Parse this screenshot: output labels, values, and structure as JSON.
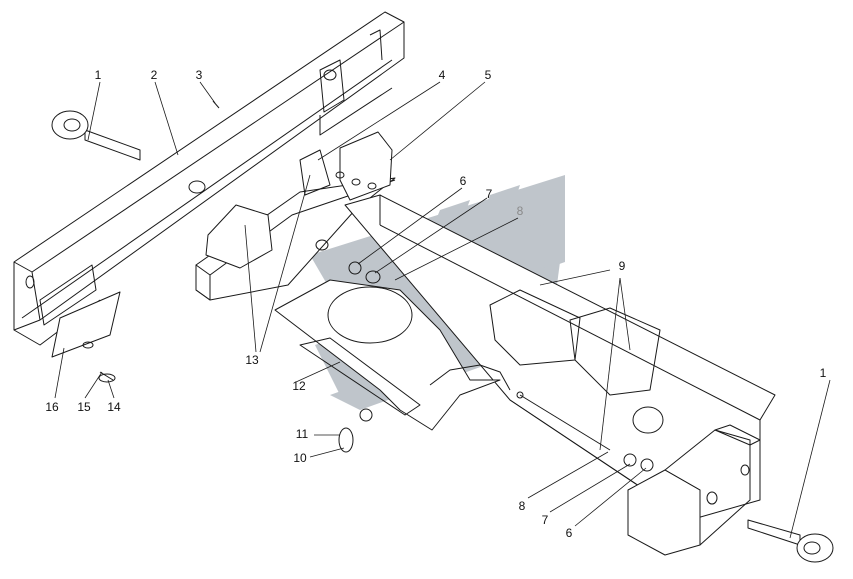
{
  "callouts": [
    {
      "id": "c1a",
      "text": "1"
    },
    {
      "id": "c2",
      "text": "2"
    },
    {
      "id": "c3",
      "text": "3"
    },
    {
      "id": "c4",
      "text": "4"
    },
    {
      "id": "c5",
      "text": "5"
    },
    {
      "id": "c6a",
      "text": "6"
    },
    {
      "id": "c7a",
      "text": "7"
    },
    {
      "id": "c8a",
      "text": "8"
    },
    {
      "id": "c9",
      "text": "9"
    },
    {
      "id": "c1b",
      "text": "1"
    },
    {
      "id": "c13",
      "text": "13"
    },
    {
      "id": "c12",
      "text": "12"
    },
    {
      "id": "c16",
      "text": "16"
    },
    {
      "id": "c15",
      "text": "15"
    },
    {
      "id": "c14",
      "text": "14"
    },
    {
      "id": "c11",
      "text": "11"
    },
    {
      "id": "c10",
      "text": "10"
    },
    {
      "id": "c8b",
      "text": "8"
    },
    {
      "id": "c7b",
      "text": "7"
    },
    {
      "id": "c6b",
      "text": "6"
    }
  ],
  "colors": {
    "line": "#1a1a1a",
    "watermark": "#b9bfc6",
    "label_muted": "#8a8a8a"
  },
  "watermark_icon": "company-logo-watermark"
}
